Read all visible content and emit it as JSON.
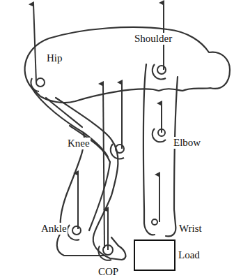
{
  "diagram": {
    "nodes": [
      {
        "text": [
          "Load"
        ]
      }
    ],
    "labels": [
      "Shoulder",
      "Hip",
      "Knee",
      "Elbow",
      "Wrist",
      "Ankle",
      "COP"
    ]
  }
}
